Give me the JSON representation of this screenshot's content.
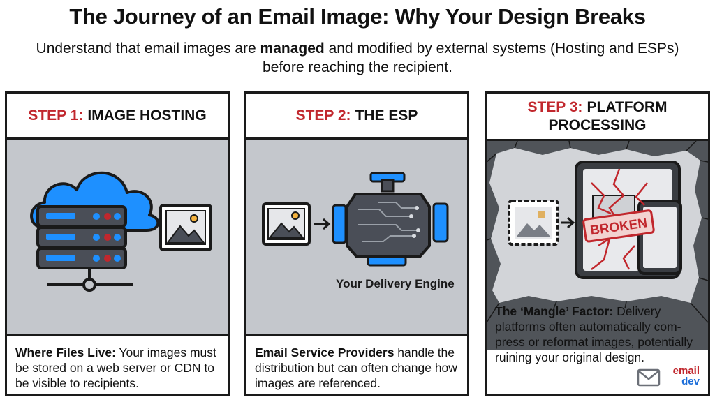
{
  "header": {
    "title": "The Journey of an Email Image: Why Your Design Breaks",
    "subtitle_before": "Understand that email images are ",
    "subtitle_emphasis": "managed",
    "subtitle_after": " and modified by external systems (Hosting and ESPs) before reaching the recipient."
  },
  "steps": [
    {
      "step_label": "STEP 1:",
      "heading": "IMAGE HOSTING",
      "lead": "Where Files Live:",
      "body": " Your images must be stored on a web server or CDN to be visible to recipients.",
      "icons": [
        "cloud-icon",
        "server-rack-icon",
        "image-icon"
      ]
    },
    {
      "step_label": "STEP 2:",
      "heading": "THE ESP",
      "caption": "Your Delivery Engine",
      "lead": "Email Service Providers",
      "body": " handle the distribution but can often change how images are referenced.",
      "icons": [
        "image-icon",
        "arrow-right-icon",
        "engine-icon"
      ]
    },
    {
      "step_label": "STEP 3:",
      "heading": "PLATFORM PROCESSING",
      "stamp": "BROKEN",
      "lead": "The ‘Mangle’ Factor:",
      "body": " Delivery platforms often automatically com-press or reformat images, potentially ruining your original design.",
      "icons": [
        "pixelated-image-icon",
        "arrow-right-icon",
        "tablet-icon",
        "phone-icon",
        "broken-stamp-icon"
      ]
    }
  ],
  "logo": {
    "line1": "email",
    "line2": "dev"
  },
  "colors": {
    "accent_red": "#c1272d",
    "icon_blue": "#1e90ff",
    "panel_gray": "#c4c7cc",
    "dark": "#1a1a1a"
  }
}
